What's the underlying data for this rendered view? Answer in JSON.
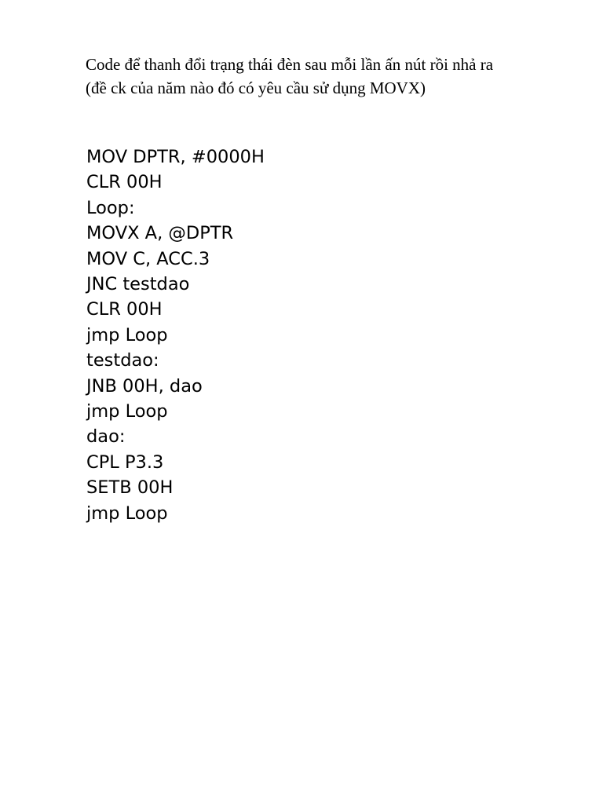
{
  "document": {
    "intro_lines": [
      "Code để thanh đổi trạng thái đèn sau mỗi lần ấn nút rồi nhả ra",
      "(đề ck của năm nào đó có yêu cầu sử dụng MOVX)"
    ],
    "code_lines": [
      "MOV DPTR, #0000H",
      "CLR 00H",
      "Loop:",
      "MOVX A, @DPTR",
      "MOV C, ACC.3",
      "JNC testdao",
      "CLR 00H",
      "jmp Loop",
      "testdao:",
      "JNB 00H, dao",
      "jmp Loop",
      "dao:",
      "CPL P3.3",
      "SETB 00H",
      "jmp Loop"
    ]
  }
}
